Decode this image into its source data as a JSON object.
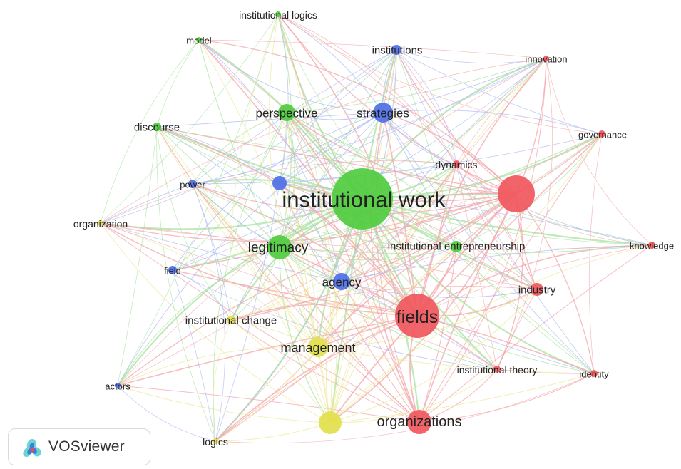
{
  "colors": {
    "red": "#f0575d",
    "green": "#4fcc3e",
    "blue": "#4f6fe8",
    "yellow": "#e2e04c",
    "red_link": "#f3a7ab",
    "green_link": "#a9e3a0",
    "blue_link": "#a9b8f2",
    "yellow_link": "#ecea9a"
  },
  "nodes": [
    {
      "id": "institutional_work",
      "label": "institutional work",
      "cluster": "green",
      "weight": 100
    },
    {
      "id": "fields",
      "label": "fields",
      "cluster": "red",
      "weight": 55
    },
    {
      "id": "unlabeled_red",
      "label": "",
      "cluster": "red",
      "weight": 40
    },
    {
      "id": "organizations",
      "label": "organizations",
      "cluster": "red",
      "weight": 22
    },
    {
      "id": "legitimacy",
      "label": "legitimacy",
      "cluster": "green",
      "weight": 20
    },
    {
      "id": "management",
      "label": "management",
      "cluster": "yellow",
      "weight": 16
    },
    {
      "id": "unlabeled_yellow",
      "label": "",
      "cluster": "yellow",
      "weight": 17
    },
    {
      "id": "strategies",
      "label": "strategies",
      "cluster": "blue",
      "weight": 13
    },
    {
      "id": "perspective",
      "label": "perspective",
      "cluster": "green",
      "weight": 12
    },
    {
      "id": "agency",
      "label": "agency",
      "cluster": "blue",
      "weight": 12
    },
    {
      "id": "industry",
      "label": "industry",
      "cluster": "red",
      "weight": 8
    },
    {
      "id": "institutional_entrepreneurship",
      "label": "institutional entrepreneurship",
      "cluster": "green",
      "weight": 6
    },
    {
      "id": "institutions",
      "label": "institutions",
      "cluster": "blue",
      "weight": 6
    },
    {
      "id": "power",
      "label": "power",
      "cluster": "blue",
      "weight": 5
    },
    {
      "id": "unlabeled_blue",
      "label": "",
      "cluster": "blue",
      "weight": 8
    },
    {
      "id": "discourse",
      "label": "discourse",
      "cluster": "green",
      "weight": 5
    },
    {
      "id": "field",
      "label": "field",
      "cluster": "blue",
      "weight": 5
    },
    {
      "id": "institutional_change",
      "label": "institutional change",
      "cluster": "yellow",
      "weight": 5
    },
    {
      "id": "institutional_theory",
      "label": "institutional theory",
      "cluster": "red",
      "weight": 4
    },
    {
      "id": "dynamics",
      "label": "dynamics",
      "cluster": "red",
      "weight": 3
    },
    {
      "id": "governance",
      "label": "governance",
      "cluster": "red",
      "weight": 3
    },
    {
      "id": "innovation",
      "label": "innovation",
      "cluster": "red",
      "weight": 3
    },
    {
      "id": "knowledge",
      "label": "knowledge",
      "cluster": "red",
      "weight": 3
    },
    {
      "id": "identity",
      "label": "identity",
      "cluster": "red",
      "weight": 3
    },
    {
      "id": "institutional_logics",
      "label": "institutional logics",
      "cluster": "green",
      "weight": 3
    },
    {
      "id": "model",
      "label": "model",
      "cluster": "green",
      "weight": 3
    },
    {
      "id": "organization",
      "label": "organization",
      "cluster": "yellow",
      "weight": 3
    },
    {
      "id": "actors",
      "label": "actors",
      "cluster": "blue",
      "weight": 3
    },
    {
      "id": "logics",
      "label": "logics",
      "cluster": "yellow",
      "weight": 3
    }
  ],
  "logo": {
    "text": "VOSviewer"
  }
}
